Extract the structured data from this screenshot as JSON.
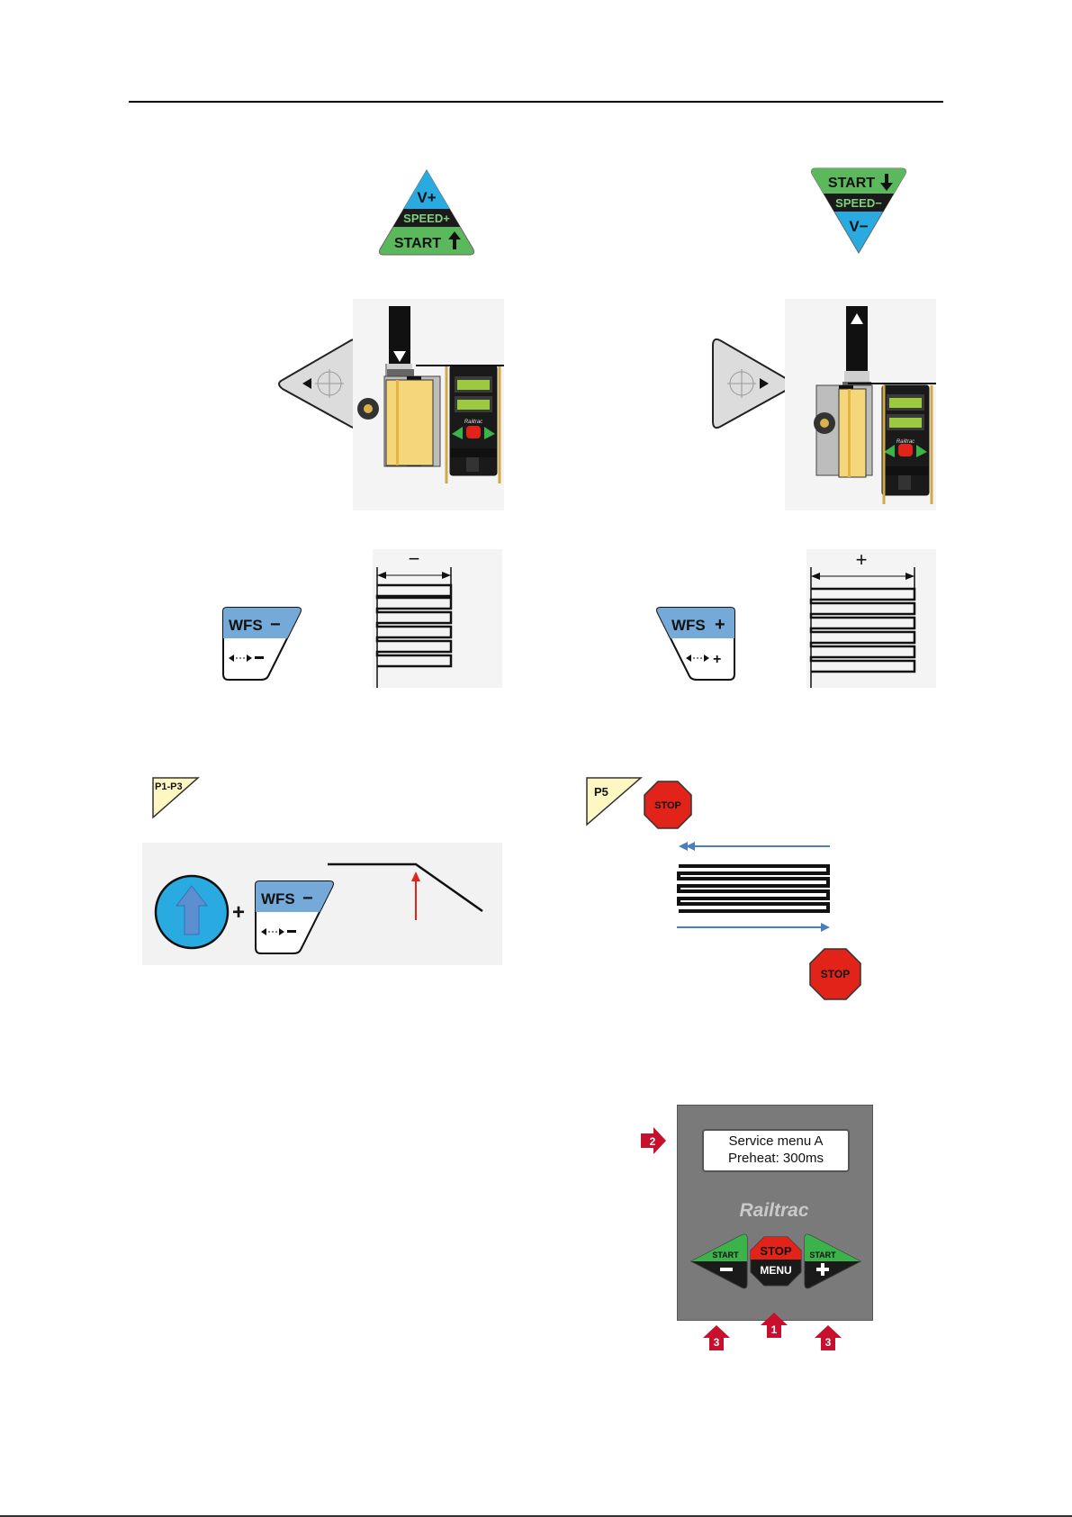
{
  "speed_up_badge": {
    "top": "V+",
    "middle": "SPEED+",
    "bottom": "START"
  },
  "speed_down_badge": {
    "top": "START",
    "middle": "SPEED−",
    "bottom": "V−"
  },
  "wfs_minus_key": {
    "label": "WFS",
    "sign": "−"
  },
  "wfs_plus_key": {
    "label": "WFS",
    "sign": "+"
  },
  "weave_minus_diagram": {
    "label": "−"
  },
  "weave_plus_diagram": {
    "label": "+"
  },
  "device_brand_small": "Railtrac",
  "p1p3_tag": "P1-P3",
  "p5_tag": "P5",
  "stop_label": "STOP",
  "control_panel": {
    "display_line1": "Service menu A",
    "display_line2": "Preheat: 300ms",
    "brand": "Railtrac",
    "left_button_top": "START",
    "right_button_top": "START",
    "center_button_top": "STOP",
    "center_button_bottom": "MENU",
    "callout_display": "2",
    "callout_center": "1",
    "callout_left": "3",
    "callout_right": "3"
  },
  "colors": {
    "blue": "#29abe2",
    "green": "#5cb85c",
    "dark": "#1a1a1a",
    "red": "#e2231a",
    "crimson": "#c8102e",
    "wfs_blue": "#74a9d8",
    "tag_yellow": "#fff7c2",
    "panel_gray": "#7a7a7a"
  }
}
